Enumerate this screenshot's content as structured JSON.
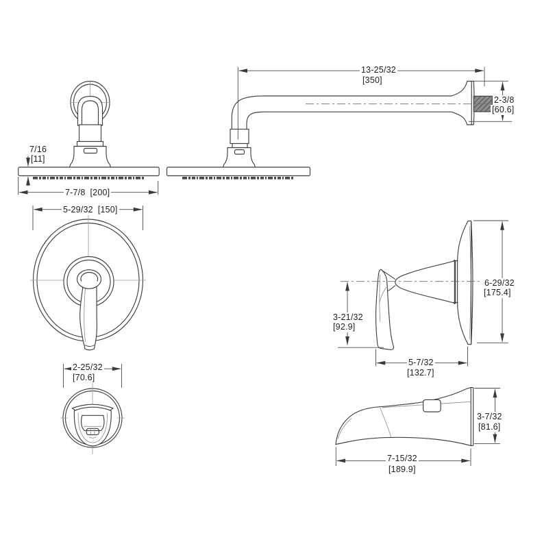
{
  "drawing": {
    "type": "faucet-shower-trim-dimension-drawing",
    "background_color": "#ffffff",
    "line_color": "#3f3f3f",
    "dim_line_color": "#4a4a4a",
    "text_color": "#1d1d1d",
    "figures": {
      "showerhead_front": {
        "view": "rain shower head - front view",
        "dim_thickness_in": "7/16",
        "dim_thickness_mm": "[11]",
        "dim_width_in": "7-7/8",
        "dim_width_mm": "[200]"
      },
      "shower_arm_side": {
        "view": "shower head with wall arm - side view",
        "dim_length_in": "13-25/32",
        "dim_length_mm": "[350]",
        "dim_flange_in": "2-3/8",
        "dim_flange_mm": "[60.6]"
      },
      "valve_trim_front": {
        "view": "valve trim with lever handle - front view",
        "dim_width_in": "5-29/32",
        "dim_width_mm": "[150]"
      },
      "valve_trim_side": {
        "view": "valve trim with lever handle - side view",
        "dim_handle_drop_in": "3-21/32",
        "dim_handle_drop_mm": "[92.9]",
        "dim_plate_height_in": "6-29/32",
        "dim_plate_height_mm": "[175.4]",
        "dim_depth_in": "5-7/32",
        "dim_depth_mm": "[132.7]"
      },
      "spout_front": {
        "view": "tub spout - front view",
        "dim_width_in": "2-25/32",
        "dim_width_mm": "[70.6]"
      },
      "spout_side": {
        "view": "tub spout - side view",
        "dim_height_in": "3-7/32",
        "dim_height_mm": "[81.6]",
        "dim_length_in": "7-15/32",
        "dim_length_mm": "[189.9]"
      }
    }
  }
}
